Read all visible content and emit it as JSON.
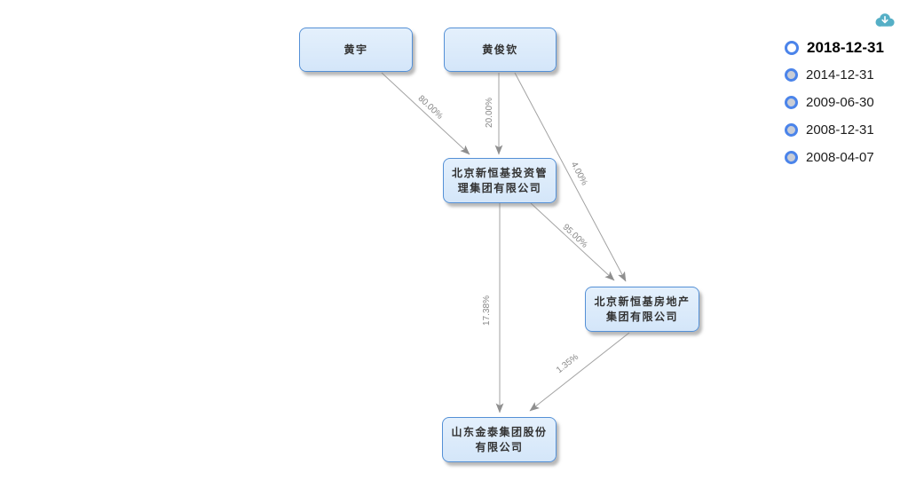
{
  "graph": {
    "nodes": [
      {
        "label": "黄宇"
      },
      {
        "label": "黄俊钦"
      },
      {
        "label": "北京新恒基投资管理集团有限公司"
      },
      {
        "label": "北京新恒基房地产集团有限公司"
      },
      {
        "label": "山东金泰集团股份有限公司"
      }
    ],
    "edges": [
      {
        "from": "黄宇",
        "to": "北京新恒基投资管理集团有限公司",
        "label": "80.00%"
      },
      {
        "from": "黄俊钦",
        "to": "北京新恒基投资管理集团有限公司",
        "label": "20.00%"
      },
      {
        "from": "黄俊钦",
        "to": "北京新恒基房地产集团有限公司",
        "label": "4.00%"
      },
      {
        "from": "北京新恒基投资管理集团有限公司",
        "to": "北京新恒基房地产集团有限公司",
        "label": "95.00%"
      },
      {
        "from": "北京新恒基投资管理集团有限公司",
        "to": "山东金泰集团股份有限公司",
        "label": "17.38%"
      },
      {
        "from": "北京新恒基房地产集团有限公司",
        "to": "山东金泰集团股份有限公司",
        "label": "1.35%"
      }
    ]
  },
  "timeline": {
    "items": [
      {
        "date": "2018-12-31",
        "selected": true
      },
      {
        "date": "2014-12-31",
        "selected": false
      },
      {
        "date": "2009-06-30",
        "selected": false
      },
      {
        "date": "2008-12-31",
        "selected": false
      },
      {
        "date": "2008-04-07",
        "selected": false
      }
    ]
  },
  "toolbar": {
    "download_icon": "cloud-download-icon"
  },
  "colors": {
    "node_fill": "#d9e9fa",
    "node_border": "#5490d6",
    "edge": "#a2a2a2",
    "accent_blue": "#4b84ea",
    "download_icon": "#55afc6"
  }
}
